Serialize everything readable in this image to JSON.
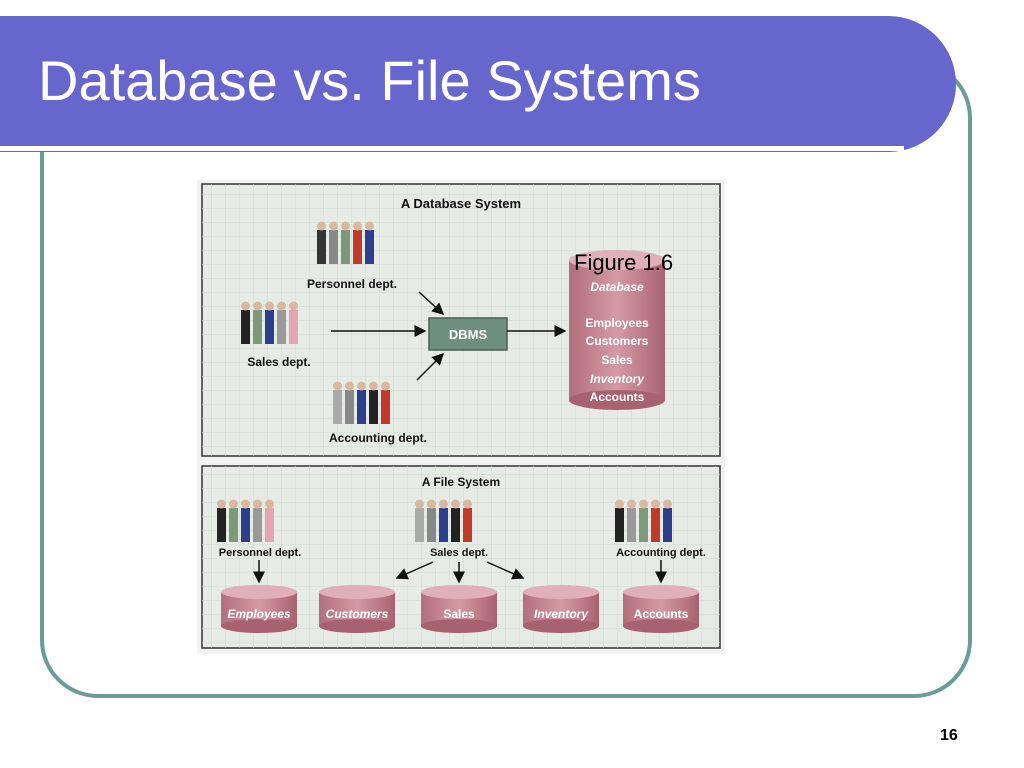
{
  "slide": {
    "title": "Database vs. File Systems",
    "figure_caption": "Figure 1.6",
    "page_number": "16"
  },
  "database_system": {
    "title": "A Database System",
    "departments": [
      "Personnel dept.",
      "Sales dept.",
      "Accounting dept."
    ],
    "dbms_label": "DBMS",
    "database": {
      "heading": "Database",
      "items": [
        "Employees",
        "Customers",
        "Sales",
        "Inventory",
        "Accounts"
      ]
    }
  },
  "file_system": {
    "title": "A File System",
    "departments": [
      "Personnel dept.",
      "Sales dept.",
      "Accounting dept."
    ],
    "files": [
      "Employees",
      "Customers",
      "Sales",
      "Inventory",
      "Accounts"
    ]
  },
  "colors": {
    "title_band": "#6666cc",
    "frame_border": "#6a9c9a",
    "dbms_box": "#6f8f7e",
    "cylinder": "#c98a95",
    "panel_bg": "#e6ebe6"
  }
}
